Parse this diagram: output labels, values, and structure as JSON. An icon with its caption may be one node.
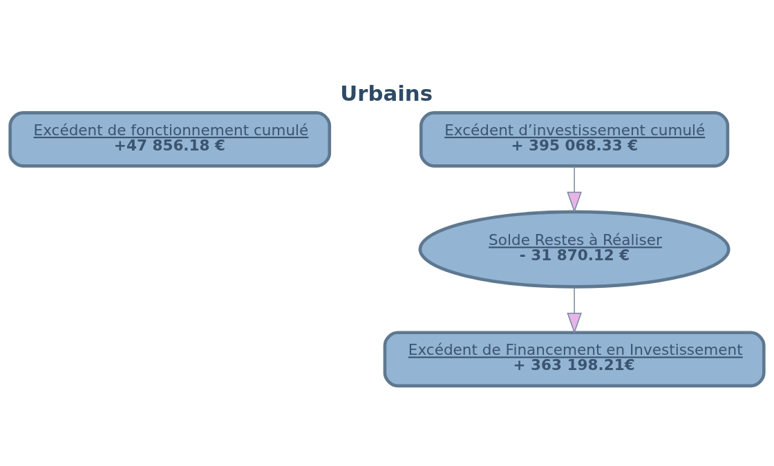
{
  "diagram": {
    "title": "Urbains",
    "nodes": [
      {
        "text": [
          "Excédent de fonctionnement cumulé",
          "+47 856.18 €"
        ]
      },
      {
        "text": [
          "Excédent d’investissement cumulé",
          "+ 395 068.33 €"
        ]
      },
      {
        "text": [
          "Solde Restes à Réaliser",
          "- 31 870.12 €"
        ]
      },
      {
        "text": [
          "Excédent de Financement en Investissement",
          "+ 363 198.21€"
        ]
      }
    ],
    "edges": [
      {
        "from": 1,
        "to": 2,
        "arrow": "to"
      },
      {
        "from": 2,
        "to": 3,
        "arrow": "to"
      }
    ]
  }
}
